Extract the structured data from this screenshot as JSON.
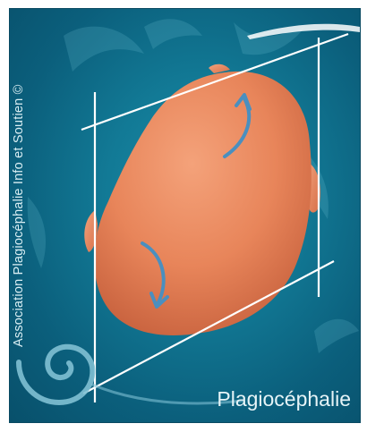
{
  "poster": {
    "side_credit": "Association Plagiocéphalie Info et Soutien ©",
    "title": "Plagiocéphalie"
  },
  "colors": {
    "background_teal": "#127a96",
    "head_fill": "#e8855a",
    "arrow_blue": "#4a8fbf",
    "guide_lines": "#ffffff"
  },
  "icons": [
    "head-illustration",
    "rotation-arrow-icon",
    "spiral-swirl-icon"
  ]
}
